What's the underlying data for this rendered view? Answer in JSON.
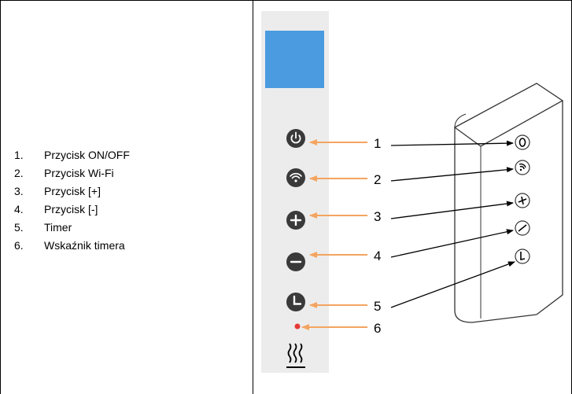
{
  "legend": {
    "items": [
      {
        "num": "1.",
        "label": "Przycisk ON/OFF"
      },
      {
        "num": "2.",
        "label": "Przycisk Wi-Fi"
      },
      {
        "num": "3.",
        "label": "Przycisk [+]"
      },
      {
        "num": "4.",
        "label": "Przycisk [-]"
      },
      {
        "num": "5.",
        "label": "Timer"
      },
      {
        "num": "6.",
        "label": "Wskaźnik timera"
      }
    ]
  },
  "figure": {
    "callouts": [
      "1",
      "2",
      "3",
      "4",
      "5",
      "6"
    ],
    "colors": {
      "display": "#4a9be0",
      "panel": "#ececec",
      "arrow": "#f4a460",
      "indicator": "#e53935",
      "button": "#3a3a3a"
    },
    "icons": [
      "power-icon",
      "wifi-icon",
      "plus-icon",
      "minus-icon",
      "timer-icon",
      "heater-icon"
    ]
  }
}
